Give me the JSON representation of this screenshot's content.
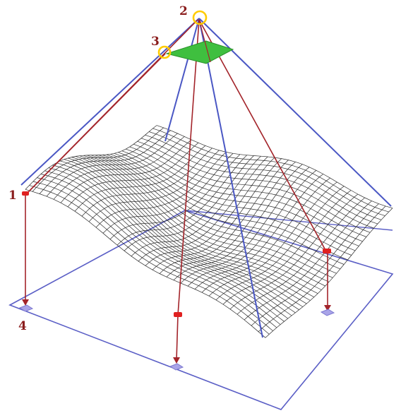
{
  "labels": {
    "point_1": "1",
    "point_2": "2",
    "point_3": "3",
    "point_4": "4"
  },
  "colors": {
    "blue_ray": "#4a57c4",
    "red_ray": "#a3242a",
    "red_marker": "#e02020",
    "mesh": "#2b2b2b",
    "floor_plane": "#5b5fc6",
    "floor_marker": "#a9a4e8",
    "sensor_fill": "#3fbf3f",
    "highlight_ring": "#ffcc00",
    "label_text": "#8a1c1c"
  },
  "icons": {
    "image_plane": "green-sensor-plane-icon",
    "projection_center": "yellow-ring-icon"
  }
}
